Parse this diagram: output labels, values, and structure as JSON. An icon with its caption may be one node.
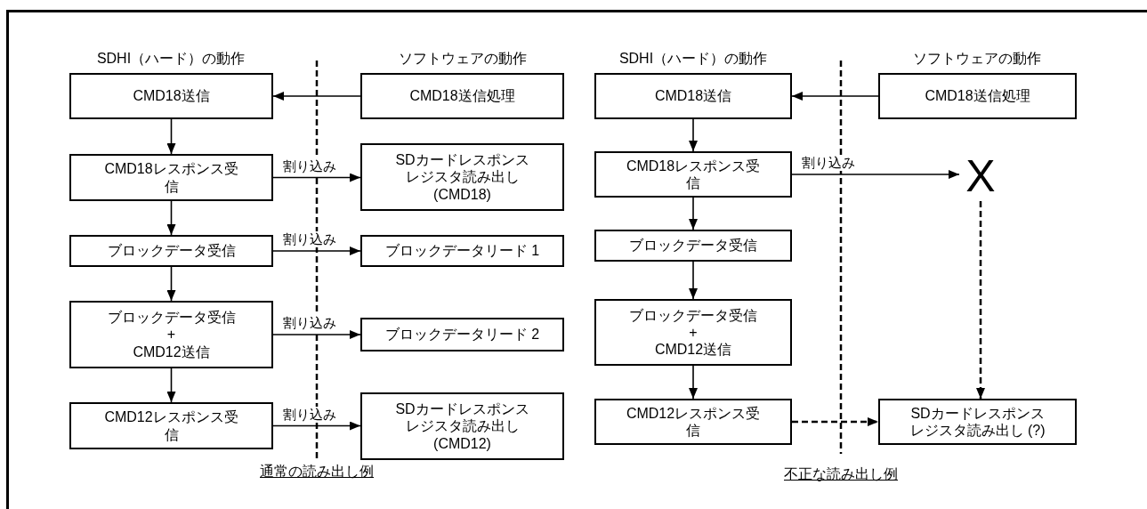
{
  "diagram": {
    "nodes": [
      {
        "text": [
          "CMD18送信"
        ]
      },
      {
        "text": [
          "CMD18送信処理"
        ]
      },
      {
        "text": [
          "CMD18レスポンス受信"
        ]
      },
      {
        "text": [
          "SDカードレスポンスレジスタ読み出し (CMD18)"
        ]
      },
      {
        "text": [
          "ブロックデータ受信"
        ]
      },
      {
        "text": [
          "ブロックデータリード 1"
        ]
      },
      {
        "text": [
          "ブロックデータ受信 + CMD12送信"
        ]
      },
      {
        "text": [
          "ブロックデータリード 2"
        ]
      },
      {
        "text": [
          "CMD12レスポンス受信"
        ]
      },
      {
        "text": [
          "SDカードレスポンスレジスタ読み出し (CMD12)"
        ]
      },
      {
        "text": [
          "CMD18送信"
        ]
      },
      {
        "text": [
          "CMD18送信処理"
        ]
      },
      {
        "text": [
          "CMD18レスポンス受信"
        ]
      },
      {
        "text": [
          "X"
        ]
      },
      {
        "text": [
          "ブロックデータ受信"
        ]
      },
      {
        "text": [
          "ブロックデータ受信 + CMD12送信"
        ]
      },
      {
        "text": [
          "CMD12レスポンス受信"
        ]
      },
      {
        "text": [
          "SDカードレスポンスレジスタ読み出し (?)"
        ]
      }
    ],
    "edges": [
      {
        "from": 1,
        "to": 0,
        "arrow": "to"
      },
      {
        "from": 0,
        "to": 2,
        "arrow": "to"
      },
      {
        "from": 2,
        "to": 3,
        "arrow": "to",
        "label": "割り込み"
      },
      {
        "from": 2,
        "to": 4,
        "arrow": "to"
      },
      {
        "from": 4,
        "to": 5,
        "arrow": "to",
        "label": "割り込み"
      },
      {
        "from": 4,
        "to": 6,
        "arrow": "to"
      },
      {
        "from": 6,
        "to": 7,
        "arrow": "to",
        "label": "割り込み"
      },
      {
        "from": 6,
        "to": 8,
        "arrow": "to"
      },
      {
        "from": 8,
        "to": 9,
        "arrow": "to",
        "label": "割り込み"
      },
      {
        "from": 11,
        "to": 10,
        "arrow": "to"
      },
      {
        "from": 10,
        "to": 12,
        "arrow": "to"
      },
      {
        "from": 12,
        "to": 13,
        "arrow": "to",
        "label": "割り込み"
      },
      {
        "from": 12,
        "to": 14,
        "arrow": "to"
      },
      {
        "from": 14,
        "to": 15,
        "arrow": "to"
      },
      {
        "from": 15,
        "to": 16,
        "arrow": "to"
      },
      {
        "from": 16,
        "to": 17,
        "arrow": "to",
        "style": "dashed"
      },
      {
        "from": 13,
        "to": 17,
        "arrow": "to",
        "style": "dashed"
      }
    ],
    "labels": [
      "SDHI（ハード）の動作",
      "ソフトウェアの動作",
      "通常の読み出し例",
      "SDHI（ハード）の動作",
      "ソフトウェアの動作",
      "不正な読み出し例"
    ]
  }
}
